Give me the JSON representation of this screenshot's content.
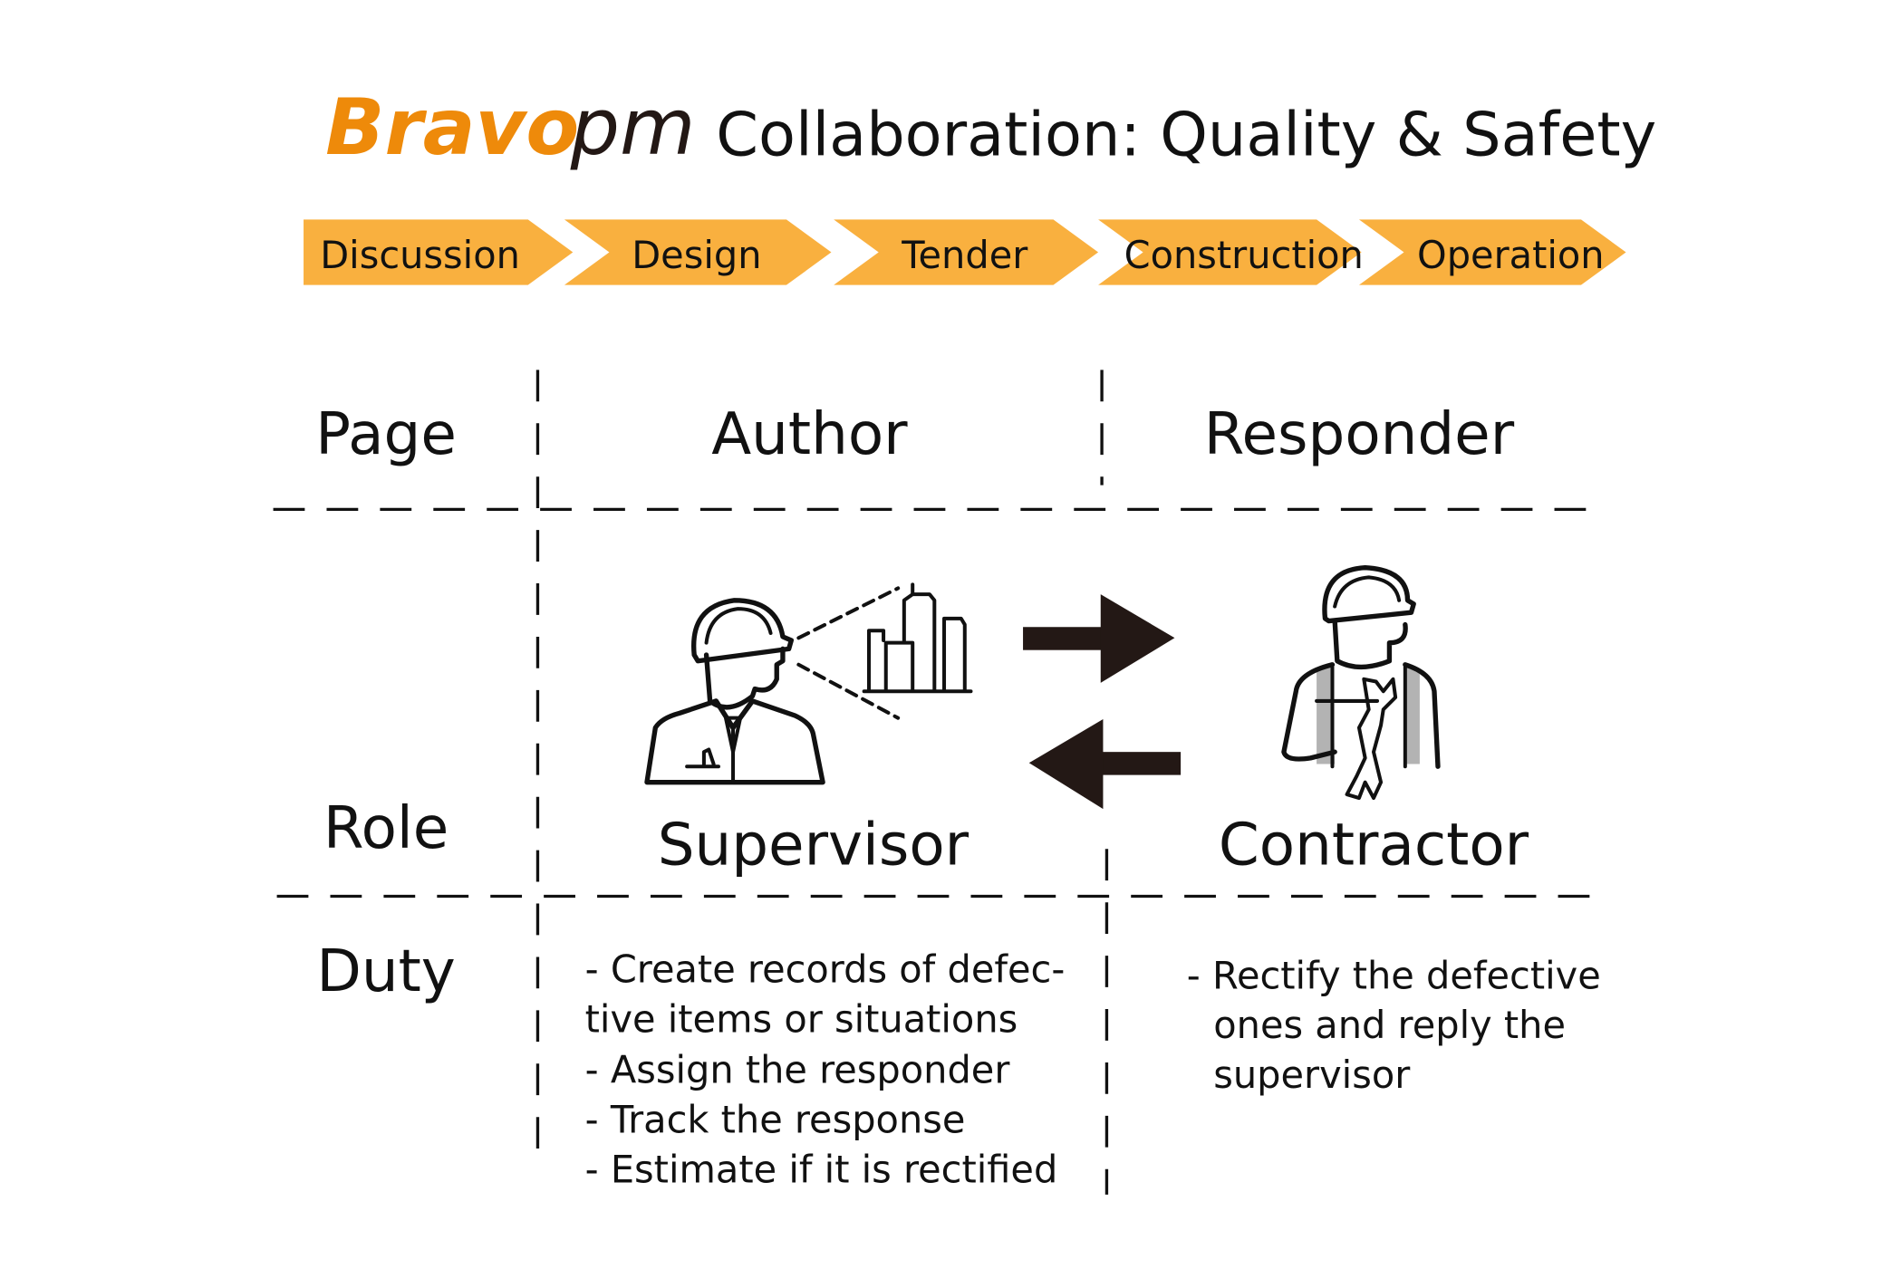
{
  "title": {
    "brand_orange": "Bravo",
    "brand_dark": "pm",
    "text": "Collaboration: Quality & Safety"
  },
  "phases": [
    "Discussion",
    "Design",
    "Tender",
    "Construction",
    "Operation"
  ],
  "headers": {
    "page": "Page",
    "author": "Author",
    "responder": "Responder"
  },
  "rows": {
    "role": "Role",
    "duty": "Duty"
  },
  "roles": {
    "author": "Supervisor",
    "responder": "Contractor"
  },
  "duties": {
    "author": [
      "- Create records of defec-",
      "tive items or situations",
      "- Assign the responder",
      "- Track the response",
      "- Estimate if it is rectified"
    ],
    "responder": [
      "- Rectify the defective",
      "ones and reply the",
      "supervisor"
    ]
  },
  "colors": {
    "brand": "#EE8A0A",
    "chevron": "#F9B03F",
    "helmet": "#F3A200",
    "suit": "#4E6390",
    "overall": "#B3B3B3",
    "arrow": "#231815"
  }
}
